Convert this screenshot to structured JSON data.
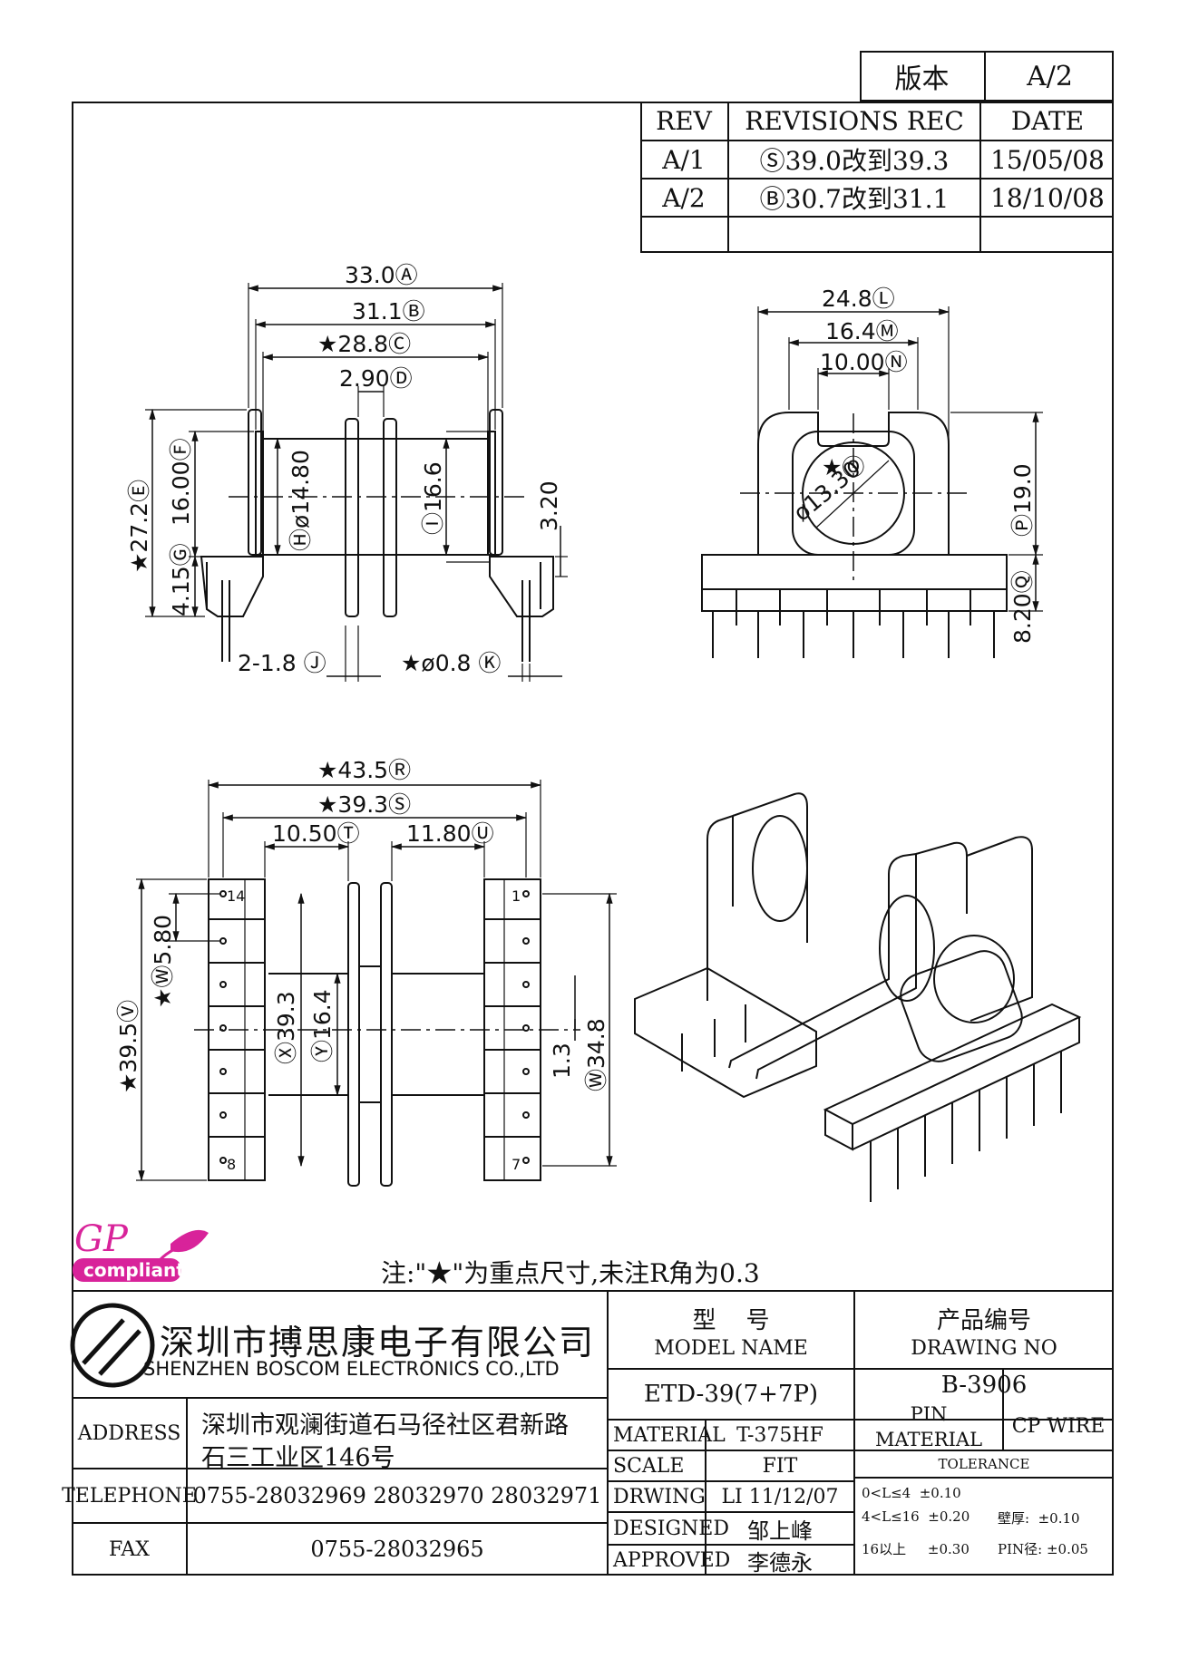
{
  "version_box": {
    "label": "版本",
    "value": "A/2"
  },
  "revisions": {
    "headers": {
      "rev": "REV",
      "rec": "REVISIONS REC",
      "date": "DATE"
    },
    "rows": [
      {
        "rev": "A/1",
        "rec": "Ⓢ39.0改到39.3",
        "date": "15/05/08"
      },
      {
        "rev": "A/2",
        "rec": "Ⓑ30.7改到31.1",
        "date": "18/10/08"
      },
      {
        "rev": "",
        "rec": "",
        "date": ""
      }
    ]
  },
  "dimensions": {
    "A": "33.0Ⓐ",
    "B": "31.1Ⓑ",
    "C": "★28.8Ⓒ",
    "D": "2.90Ⓓ",
    "E": "★27.2Ⓔ",
    "F": "16.00Ⓕ",
    "G": "4.15Ⓖ",
    "H": "Ⓗø14.80",
    "I": "Ⓘ16.6",
    "side_320": "3.20",
    "J": "2-1.8 Ⓙ",
    "K": "★ø0.8 Ⓚ",
    "L": "24.8Ⓛ",
    "M": "16.4Ⓜ",
    "N": "10.00Ⓝ",
    "O": "★Ⓞ",
    "O_dia": "ø13.30",
    "P": "Ⓟ19.0",
    "Q": "8.20Ⓠ",
    "R": "★43.5Ⓡ",
    "S": "★39.3Ⓢ",
    "T": "10.50Ⓣ",
    "U": "11.80Ⓤ",
    "V": "★39.5Ⓥ",
    "W": "★Ⓦ5.80",
    "X": "Ⓧ39.3",
    "Y": "Ⓨ16.4",
    "side_13": "1.3",
    "W1": "Ⓦ34.8",
    "pin_14": "14",
    "pin_1": "1",
    "pin_8": "8",
    "pin_7": "7"
  },
  "logo": {
    "top": "GP",
    "bottom": "compliant"
  },
  "note": "注:\"★\"为重点尺寸,未注R角为0.3",
  "company": {
    "name_cn": "深圳市搏思康电子有限公司",
    "name_en": "SHENZHEN BOSCOM ELECTRONICS CO.,LTD",
    "address_label": "ADDRESS",
    "address_line1": "深圳市观澜街道石马径社区君新路",
    "address_line2": "石三工业区146号",
    "telephone_label": "TELEPHONE",
    "telephone": "0755-28032969 28032970 28032971",
    "fax_label": "FAX",
    "fax": "0755-28032965"
  },
  "title_block": {
    "model_cn": "型    号",
    "model_en": "MODEL NAME",
    "drawing_cn": "产品编号",
    "drawing_en": "DRAWING NO",
    "model_value": "ETD-39(7+7P)",
    "drawing_value": "B-3906",
    "material_label": "MATERIAL",
    "material_value": "T-375HF",
    "pin_material_label1": "PIN",
    "pin_material_label2": "MATERIAL",
    "pin_material_value": "CP WIRE",
    "scale_label": "SCALE",
    "scale_value": "FIT",
    "drwing_label": "DRWING",
    "drwing_value": "LI 11/12/07",
    "designed_label": "DESIGNED",
    "designed_value": "邹上峰",
    "approved_label": "APPROVED",
    "approved_value": "李德永",
    "tolerance_label": "TOLERANCE",
    "tol1": "0<L≤4  ±0.10",
    "tol2": "4<L≤16  ±0.20",
    "tol3": "16以上     ±0.30",
    "wall": "壁厚:  ±0.10",
    "pin_dia": "PIN径: ±0.05"
  }
}
